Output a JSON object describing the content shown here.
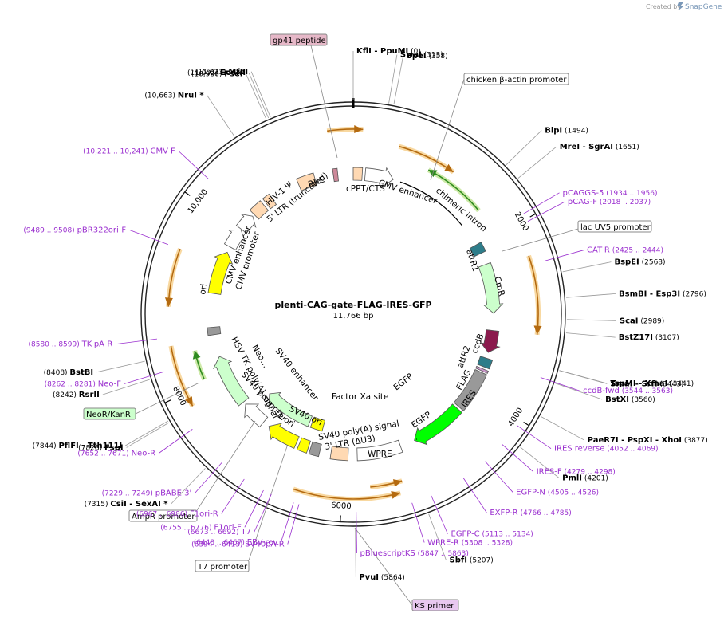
{
  "credit": {
    "text": "Created by",
    "brand": "SnapGene",
    "logo_icon": "snapgene-logo-icon"
  },
  "map": {
    "title": "plenti-CAG-gate-FLAG-IRES-GFP",
    "subtitle": "11,766 bp",
    "length": 11766
  },
  "ticks": [
    {
      "pos": 2000,
      "label": "2000"
    },
    {
      "pos": 4000,
      "label": "4000"
    },
    {
      "pos": 6000,
      "label": "6000"
    },
    {
      "pos": 8000,
      "label": "8000"
    },
    {
      "pos": 10000,
      "label": "10,000"
    }
  ],
  "features": [
    {
      "name": "cPPT/CTS",
      "shape": "box",
      "lane": 1,
      "start": 0,
      "end": 120,
      "color": "#ffd9b3"
    },
    {
      "name": "CMV enhancer",
      "shape": "arrow",
      "lane": 1,
      "start": 160,
      "end": 540,
      "color": "#ffffff"
    },
    {
      "name": "chimeric intron",
      "shape": "line",
      "lane": 1,
      "start": 640,
      "end": 1660,
      "color": "#000000"
    },
    {
      "name": "attR1",
      "shape": "box",
      "lane": 1,
      "start": 1980,
      "end": 2110,
      "color": "#2e7d8a"
    },
    {
      "name": "CmR",
      "shape": "arrow",
      "lane": 1,
      "start": 2270,
      "end": 2930,
      "color": "#ccffcc"
    },
    {
      "name": "ccdB",
      "shape": "arrow",
      "lane": 1,
      "start": 3160,
      "end": 3460,
      "color": "#8b1a4d"
    },
    {
      "name": "attR2",
      "shape": "box",
      "lane": 1,
      "start": 3540,
      "end": 3660,
      "color": "#2e7d8a"
    },
    {
      "name": "FLAG",
      "shape": "box",
      "lane": 1,
      "start": 3690,
      "end": 3720,
      "color": "#cc99cc"
    },
    {
      "name": "IRES",
      "shape": "box",
      "lane": 1,
      "start": 3740,
      "end": 4290,
      "color": "#999999"
    },
    {
      "name": "EGFP",
      "shape": "arrow",
      "lane": 1,
      "start": 4320,
      "end": 5040,
      "color": "#00ff00"
    },
    {
      "name": "WPRE",
      "shape": "box",
      "lane": 1,
      "start": 5240,
      "end": 5830,
      "color": "#ffffff"
    },
    {
      "name": "3' LTR (ΔU3)",
      "shape": "box",
      "lane": 1,
      "start": 5950,
      "end": 6180,
      "color": "#ffd9b3"
    },
    {
      "name": "SV40 poly(A) signal",
      "shape": "box",
      "lane": 1,
      "start": 6330,
      "end": 6460,
      "color": "#999999"
    },
    {
      "name": "SV40 ori",
      "shape": "box",
      "lane": 1,
      "start": 6490,
      "end": 6620,
      "color": "#ffff00"
    },
    {
      "name": "f1 ori",
      "shape": "arrow",
      "lane": 1,
      "start": 6660,
      "end": 7090,
      "color": "#ffff00"
    },
    {
      "name": "SV40 promoter",
      "shape": "arrow",
      "lane": 1,
      "start": 7180,
      "end": 7520,
      "color": "#ffffff"
    },
    {
      "name": "HSV TK poly(A) signal",
      "shape": "arrow",
      "lane": 1,
      "start": 7560,
      "end": 8250,
      "color": "#ccffcc"
    },
    {
      "name": "Neo…",
      "shape": "arrow",
      "lane": 2,
      "start": 6600,
      "end": 7400,
      "color": "#ccffcc"
    },
    {
      "name": "SV40 enhancer",
      "shape": "box",
      "lane": 2,
      "start": 6370,
      "end": 6560,
      "color": "#ffff00"
    },
    {
      "name": "Factor Xa site",
      "shape": "line",
      "lane": 1,
      "start": 5000,
      "end": 5010,
      "color": "#000000"
    },
    {
      "name": "ori",
      "shape": "arrow",
      "lane": 1,
      "start": 9100,
      "end": 9680,
      "color": "#ffff00"
    },
    {
      "name": "CMV promoter",
      "shape": "arrow",
      "lane": 1,
      "start": 9760,
      "end": 10030,
      "color": "#ffffff"
    },
    {
      "name": "CMV enhancer",
      "shape": "arrow",
      "lane": 1,
      "start": 10040,
      "end": 10270,
      "color": "#ffffff"
    },
    {
      "name": "5' LTR (truncated)",
      "shape": "box",
      "lane": 1,
      "start": 10300,
      "end": 10480,
      "color": "#ffd9b3"
    },
    {
      "name": "HIV-1 Ψ",
      "shape": "box",
      "lane": 1,
      "start": 10520,
      "end": 10620,
      "color": "#ffd9b3"
    },
    {
      "name": "RRE",
      "shape": "box",
      "lane": 1,
      "start": 11020,
      "end": 11250,
      "color": "#ffd9b3"
    },
    {
      "name": "gp41 peptide",
      "shape": "box",
      "lane": 1,
      "start": 11500,
      "end": 11560,
      "color": "#cc8899"
    },
    {
      "name": "",
      "shape": "box",
      "lane": 1,
      "start": 8550,
      "end": 8650,
      "color": "#999999"
    }
  ],
  "primer_arrows": [
    {
      "start": 11500,
      "end": 100,
      "dir": 1,
      "lane": "outer"
    },
    {
      "start": 500,
      "end": 1150,
      "dir": 1,
      "lane": "outer2"
    },
    {
      "start": 900,
      "end": 1650,
      "dir": -1,
      "lane": "green"
    },
    {
      "start": 2340,
      "end": 3150,
      "dir": 1,
      "lane": "outer"
    },
    {
      "start": 5400,
      "end": 6500,
      "dir": -1,
      "lane": "outer"
    },
    {
      "start": 5350,
      "end": 5700,
      "dir": -1,
      "lane": "outer2b"
    },
    {
      "start": 7850,
      "end": 8500,
      "dir": -1,
      "lane": "outer"
    },
    {
      "start": 8050,
      "end": 8400,
      "dir": 1,
      "lane": "green"
    },
    {
      "start": 8900,
      "end": 9500,
      "dir": -1,
      "lane": "outer"
    }
  ],
  "labeled_boxes": [
    {
      "name": "gp41 peptide",
      "bg": "#e6b8c8"
    },
    {
      "name": "chicken β-actin promoter",
      "bg": "#ffffff"
    },
    {
      "name": "lac UV5 promoter",
      "bg": "#ffffff"
    },
    {
      "name": "NeoR/KanR",
      "bg": "#ccffcc"
    },
    {
      "name": "AmpR promoter",
      "bg": "#ffffff"
    },
    {
      "name": "T7 promoter",
      "bg": "#ffffff"
    },
    {
      "name": "KS primer",
      "bg": "#e8c8f0"
    }
  ],
  "enzymes": [
    {
      "name": "KflI",
      "name2": "PpuMI",
      "pos": "(0)",
      "site": 0
    },
    {
      "name": "SwaI",
      "pos": "(313)",
      "site": 313
    },
    {
      "name": "SpeI",
      "pos": "(358)",
      "site": 358
    },
    {
      "name": "BlpI",
      "pos": "(1494)",
      "site": 1494
    },
    {
      "name": "MreI",
      "name2": "SgrAI",
      "pos": "(1651)",
      "site": 1651
    },
    {
      "name": "BspEI",
      "pos": "(2568)",
      "site": 2568
    },
    {
      "name": "BsmBI",
      "name2": "Esp3I",
      "pos": "(2796)",
      "site": 2796
    },
    {
      "name": "ScaI",
      "pos": "(2989)",
      "site": 2989
    },
    {
      "name": "BstZ17I",
      "pos": "(3107)",
      "site": 3107
    },
    {
      "name": "TspMI",
      "name2": "XmaI",
      "pos": "(3441)",
      "site": 3441
    },
    {
      "name": "SmaI",
      "name2": "SrfI",
      "pos": "(3443)",
      "site": 3443
    },
    {
      "name": "BstXI",
      "pos": "(3560)",
      "site": 3560
    },
    {
      "name": "PaeR7I",
      "name2": "PspXI",
      "name3": "XhoI",
      "pos": "(3877)",
      "site": 3877
    },
    {
      "name": "PmlI",
      "pos": "(4201)",
      "site": 4201
    },
    {
      "name": "SbfI",
      "pos": "(5207)",
      "site": 5207
    },
    {
      "name": "PvuI",
      "pos": "(5864)",
      "site": 5864
    },
    {
      "name": "CsiI",
      "name2": "SexAI *",
      "pos": "(7315)",
      "site": 7315
    },
    {
      "name": "FspI",
      "pos": "(7828)",
      "site": 7828
    },
    {
      "name": "PflFI",
      "name2": "Tth111I",
      "pos": "(7844)",
      "site": 7844
    },
    {
      "name": "RsrII",
      "pos": "(8242)",
      "site": 8242
    },
    {
      "name": "BstBI",
      "pos": "(8408)",
      "site": 8408
    },
    {
      "name": "NruI *",
      "pos": "(10,663)",
      "site": 10663
    },
    {
      "name": "FseI",
      "pos": "(10,980)",
      "site": 10980
    },
    {
      "name": "EcoNI",
      "pos": "(11,002)",
      "site": 11002
    },
    {
      "name": "MfeI",
      "pos": "(11,021)",
      "site": 11021
    }
  ],
  "primers": [
    {
      "name": "pCAGGS-5",
      "pos": "(1934 .. 1956)",
      "site": 1945
    },
    {
      "name": "pCAG-F",
      "pos": "(2018 .. 2037)",
      "site": 2027
    },
    {
      "name": "CAT-R",
      "pos": "(2425 .. 2444)",
      "site": 2434
    },
    {
      "name": "ccdB-fwd",
      "pos": "(3544 .. 3563)",
      "site": 3553
    },
    {
      "name": "IRES reverse",
      "pos": "(4052 .. 4069)",
      "site": 4060
    },
    {
      "name": "IRES-F",
      "pos": "(4279 .. 4298)",
      "site": 4288
    },
    {
      "name": "EGFP-N",
      "pos": "(4505 .. 4526)",
      "site": 4515
    },
    {
      "name": "EXFP-R",
      "pos": "(4766 .. 4785)",
      "site": 4775
    },
    {
      "name": "EGFP-C",
      "pos": "(5113 .. 5134)",
      "site": 5123
    },
    {
      "name": "WPRE-R",
      "pos": "(5308 .. 5328)",
      "site": 5318
    },
    {
      "name": "pBluescriptKS",
      "pos": "(5847 .. 5863)",
      "site": 5855
    },
    {
      "name": "SV40pA-R",
      "pos": "(6394 .. 6413)",
      "site": 6403
    },
    {
      "name": "EBV-rev",
      "pos": "(6448 .. 6467)",
      "site": 6457
    },
    {
      "name": "T7",
      "pos": "(6673 .. 6692)",
      "site": 6682
    },
    {
      "name": "F1ori-F",
      "pos": "(6755 .. 6776)",
      "site": 6765
    },
    {
      "name": "F1ori-R",
      "pos": "(6967 .. 6986)",
      "site": 6976
    },
    {
      "name": "pBABE 3'",
      "pos": "(7229 .. 7249)",
      "site": 7239
    },
    {
      "name": "Neo-R",
      "pos": "(7652 .. 7671)",
      "site": 7661
    },
    {
      "name": "Neo-F",
      "pos": "(8262 .. 8281)",
      "site": 8271
    },
    {
      "name": "TK-pA-R",
      "pos": "(8580 .. 8599)",
      "site": 8589
    },
    {
      "name": "pBR322ori-F",
      "pos": "(9489 .. 9508)",
      "site": 9498
    },
    {
      "name": "CMV-F",
      "pos": "(10,221 .. 10,241)",
      "site": 10231
    }
  ]
}
